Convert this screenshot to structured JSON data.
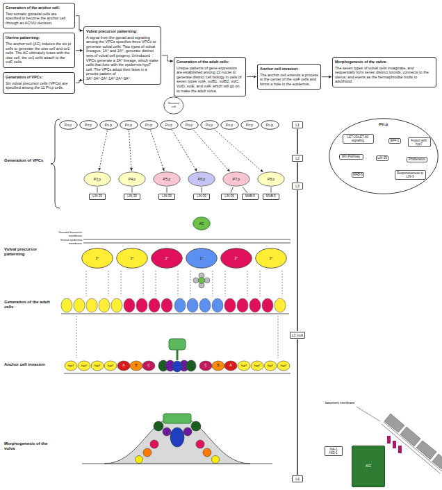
{
  "diagram": {
    "nodes": [
      {
        "text": [
          "Generation of the anchor cell:",
          "Two somatic gonadal cells are specified to become the anchor cell through an AC/VU decision."
        ]
      },
      {
        "text": [
          "Uterine patterning:",
          "The anchor cell (AC) induces the six pi cells to generate the utse cell and uv1 cells. The AC ultimately fuses with the utse cell, the uv1 cells attach to the vulF cells."
        ]
      },
      {
        "text": [
          "Generation of VPCs:",
          "Six vulval precursor cells (VPCs) are specified among the 11 Pn.p cells."
        ]
      },
      {
        "text": [
          "Vulval precursor patterning:",
          "A signal from the gonad and signaling among the VPCs specifies three VPCs to generate vulval cells. Two types of vulval lineages, 1A° and 2A°, generate distinct sets of vulval cell progeny. Uninduced VPCs generate a 3A° lineage, which make cells that fuse with the epidermis hyp7 cell. The VPCs adopt their fates in a precise pattern of 3A°-3A°-2A°-1A°-2A°-3A°."
        ]
      },
      {
        "text": [
          "Generation of the adult cells:",
          "Unique patterns of gene expression are established among 22 nuclei to generate distinct cell biology in cells of seven types vulA, vulB1, vulB2, vulC, VulD, vulE, and vulF, which will go on to make the adult vulva."
        ]
      },
      {
        "text": [
          "Anchor cell invasion:",
          "The anchor cell extends a process to the center of the vulF cells and forms a hole in the epidermis."
        ]
      },
      {
        "text": [
          "Morphogenesis of the vulva:",
          "The seven types of vulval cells invaginate, and sequentially form seven distinct toroids, connects to the uterus, and everts as the hermaphrodite molts to adulthood."
        ]
      },
      {
        "text": [
          "Neuronal cell"
        ]
      },
      {
        "text": [
          "Pn.p"
        ]
      },
      {
        "text": [
          "Pn.p"
        ]
      },
      {
        "text": [
          "Pn.p"
        ]
      },
      {
        "text": [
          "Pn.p"
        ]
      },
      {
        "text": [
          "Pn.p"
        ]
      },
      {
        "text": [
          "Pn.p"
        ]
      },
      {
        "text": [
          "Pn.p"
        ]
      },
      {
        "text": [
          "Pn.p"
        ]
      },
      {
        "text": [
          "Pn.p"
        ]
      },
      {
        "text": [
          "Pn.p"
        ]
      },
      {
        "text": [
          "Pn.p"
        ]
      },
      {
        "text": [
          "P3.p"
        ]
      },
      {
        "text": [
          "P4.p"
        ]
      },
      {
        "text": [
          "P5.p"
        ]
      },
      {
        "text": [
          "P6.p"
        ]
      },
      {
        "text": [
          "P7.p"
        ]
      },
      {
        "text": [
          "P8.p"
        ]
      },
      {
        "text": [
          "LIN-39"
        ]
      },
      {
        "text": [
          "LIN-39"
        ]
      },
      {
        "text": [
          "LIN-39"
        ]
      },
      {
        "text": [
          "LIN-39"
        ]
      },
      {
        "text": [
          "LIN-39"
        ]
      },
      {
        "text": [
          "MAB-5"
        ]
      },
      {
        "text": [
          "MAB-5"
        ]
      },
      {
        "text": [
          "L1"
        ]
      },
      {
        "text": [
          "L2"
        ]
      },
      {
        "text": [
          "L3"
        ]
      },
      {
        "text": [
          "L3 molt"
        ]
      },
      {
        "text": [
          "L4"
        ]
      },
      {
        "text": [
          "Pn.p"
        ]
      },
      {
        "text": [
          "LET-23/LET-60 signaling"
        ],
        "in": 37
      },
      {
        "text": [
          "EFF-1"
        ],
        "in": 37
      },
      {
        "text": [
          "Fusion with hyp7"
        ],
        "in": 37
      },
      {
        "text": [
          "Wnt Pathway"
        ],
        "in": 37
      },
      {
        "text": [
          "LIN-39"
        ],
        "in": 37
      },
      {
        "text": [
          "Proliferation"
        ],
        "in": 37
      },
      {
        "text": [
          "MAB-5"
        ],
        "in": 37
      },
      {
        "text": [
          "Responsiveness to LIN-3"
        ],
        "in": 37
      },
      {
        "text": [
          "AC"
        ]
      },
      {
        "text": [
          "INA-1",
          "NID-1"
        ]
      },
      {
        "text": [
          "3°"
        ]
      },
      {
        "text": [
          "3°"
        ]
      },
      {
        "text": [
          "2°"
        ]
      },
      {
        "text": [
          "1°"
        ]
      },
      {
        "text": [
          "2°"
        ]
      },
      {
        "text": [
          "3°"
        ]
      },
      {
        "text": [
          "AC"
        ]
      }
    ],
    "edges": [
      {
        "from": 0,
        "to": 3,
        "arrow": "to"
      },
      {
        "from": 1,
        "to": 3,
        "arrow": "to"
      },
      {
        "from": 2,
        "to": 3,
        "arrow": "to"
      },
      {
        "from": 3,
        "to": 4,
        "arrow": "to"
      },
      {
        "from": 4,
        "to": 5,
        "arrow": "to"
      },
      {
        "from": 5,
        "to": 6,
        "arrow": "to"
      },
      {
        "from": 10,
        "to": 19,
        "arrow": "to"
      },
      {
        "from": 11,
        "to": 20,
        "arrow": "to"
      },
      {
        "from": 12,
        "to": 21,
        "arrow": "to"
      },
      {
        "from": 13,
        "to": 22,
        "arrow": "to"
      },
      {
        "from": 14,
        "to": 23,
        "arrow": "to"
      },
      {
        "from": 15,
        "to": 24,
        "arrow": "to"
      },
      {
        "from": 19,
        "to": 25,
        "arrow": "none"
      },
      {
        "from": 20,
        "to": 26,
        "arrow": "none"
      },
      {
        "from": 21,
        "to": 27,
        "arrow": "none"
      },
      {
        "from": 22,
        "to": 28,
        "arrow": "none"
      },
      {
        "from": 23,
        "to": 29,
        "arrow": "none"
      },
      {
        "from": 23,
        "to": 30,
        "arrow": "none"
      },
      {
        "from": 24,
        "to": 31,
        "arrow": "none"
      },
      {
        "from": 32,
        "to": 33,
        "arrow": "none"
      },
      {
        "from": 33,
        "to": 34,
        "arrow": "none"
      },
      {
        "from": 34,
        "to": 35,
        "arrow": "none"
      },
      {
        "from": 35,
        "to": 36,
        "arrow": "none"
      },
      {
        "from": 38,
        "to": 42,
        "arrow": "to"
      },
      {
        "from": 41,
        "to": 42,
        "arrow": "to"
      },
      {
        "from": 44,
        "to": 42,
        "arrow": "to"
      },
      {
        "from": 42,
        "to": 39,
        "arrow": "to"
      },
      {
        "from": 39,
        "to": 40,
        "arrow": "to"
      },
      {
        "from": 42,
        "to": 43,
        "arrow": "to"
      },
      {
        "from": 42,
        "to": 45,
        "arrow": "to"
      }
    ],
    "labels": [
      "Generation of VPCs",
      "Vulval precursor patterning",
      "Generation of the adult cells",
      "Anchor cell invasion",
      "Morphogenesis of the vulva",
      "Gonadal basement membrane",
      "Ventral epidermal membrane",
      "hyp7",
      "hyp7",
      "hyp7",
      "hyp7",
      "A",
      "B",
      "C",
      "C",
      "B",
      "A",
      "hyp7",
      "hyp7",
      "hyp7",
      "hyp7",
      "basement membrane"
    ]
  }
}
